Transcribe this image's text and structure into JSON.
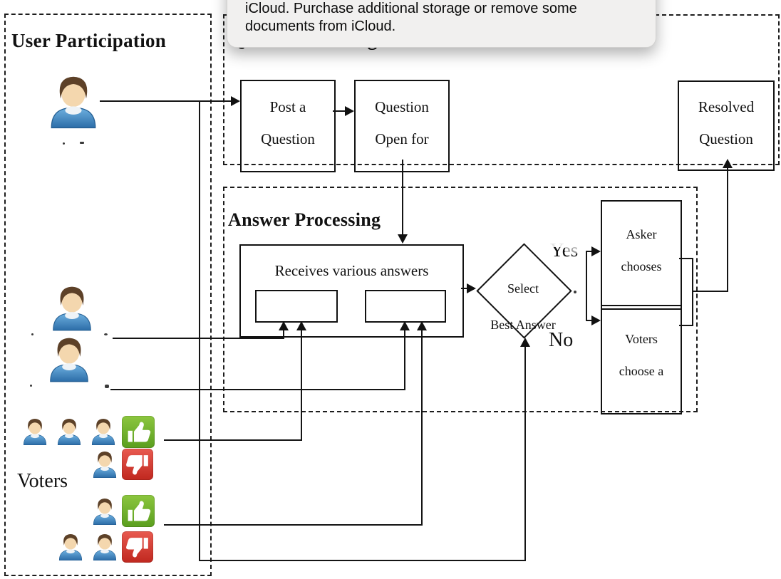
{
  "dialog": {
    "line1": "iCloud. Purchase additional storage or remove some",
    "line2": "documents from iCloud."
  },
  "regions": {
    "user_participation": {
      "title": "User Participation",
      "voters_label": "Voters"
    },
    "question_posting": {
      "title": "Question Posting"
    },
    "answer_processing": {
      "title": "Answer Processing"
    }
  },
  "boxes": {
    "post_question": {
      "line1": "Post a",
      "line2": "Question"
    },
    "question_open": {
      "line1": "Question",
      "line2": "Open for"
    },
    "resolved": {
      "line1": "Resolved",
      "line2": "Question"
    },
    "receives": {
      "label": "Receives various answers"
    },
    "asker_chooses": {
      "line1": "Asker",
      "line2": "chooses"
    },
    "voters_choose": {
      "line1": "Voters",
      "line2": "choose a"
    }
  },
  "decision": {
    "line1": "Select",
    "line2": "Best Answer",
    "yes": "Yes",
    "no": "No"
  },
  "icons": {
    "person": "user-avatar",
    "thumb_up_color": "#6fb12c",
    "thumb_down_color": "#d33329",
    "shirt_color": "#3b87c8"
  }
}
